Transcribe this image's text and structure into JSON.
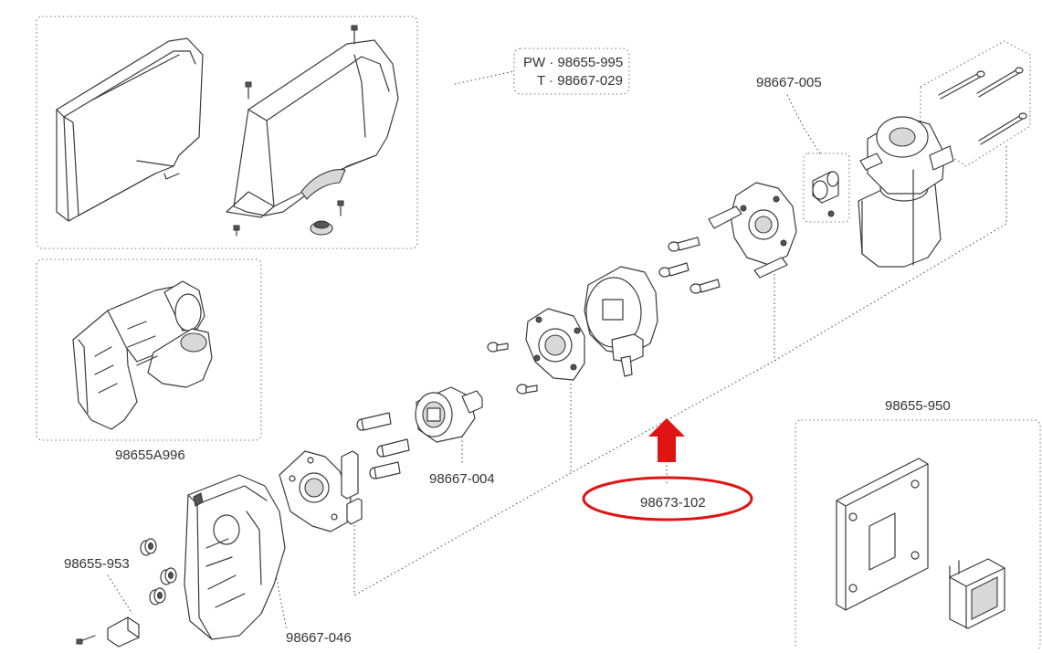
{
  "labels": {
    "pw": "PW · 98655-995",
    "t": "T · 98667-029",
    "p005": "98667-005",
    "pA996": "98655A996",
    "p950": "98655-950",
    "p004": "98667-004",
    "p102": "98673-102",
    "p953": "98655-953",
    "p046": "98667-046"
  },
  "colors": {
    "line": "#3a3a3a",
    "highlight": "#e11414",
    "arrow": "#e11414"
  },
  "icons": {
    "arrow": "up-arrow-icon",
    "highlight": "ellipse-highlight"
  }
}
